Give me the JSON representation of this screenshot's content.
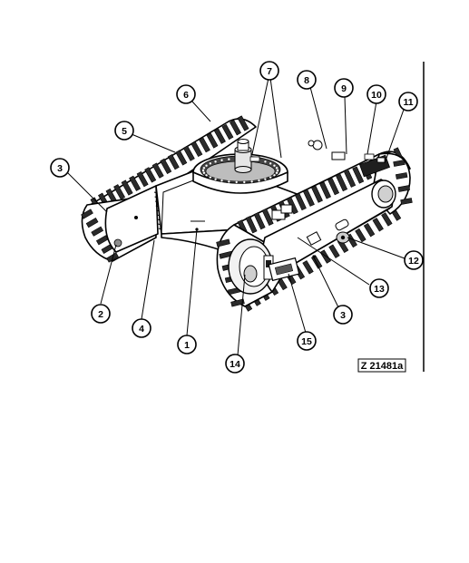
{
  "callouts": [
    {
      "label": "1"
    },
    {
      "label": "2"
    },
    {
      "label": "3"
    },
    {
      "label": "3"
    },
    {
      "label": "4"
    },
    {
      "label": "5"
    },
    {
      "label": "6"
    },
    {
      "label": "7"
    },
    {
      "label": "8"
    },
    {
      "label": "9"
    },
    {
      "label": "10"
    },
    {
      "label": "11"
    },
    {
      "label": "12"
    },
    {
      "label": "13"
    },
    {
      "label": "14"
    },
    {
      "label": "15"
    }
  ],
  "reference_code": "Z 21481a"
}
